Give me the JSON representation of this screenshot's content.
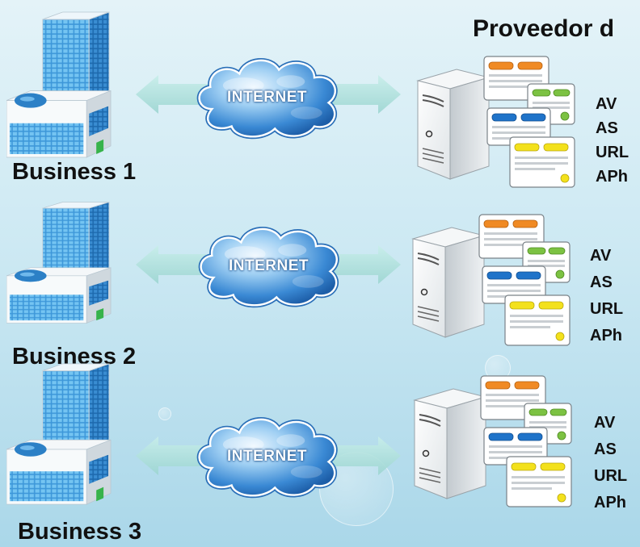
{
  "title": "Proveedor d",
  "rows": [
    {
      "business": "Business 1",
      "cloud": "INTERNET",
      "services": [
        "AV",
        "AS",
        "URL",
        "APh"
      ]
    },
    {
      "business": "Business 2",
      "cloud": "INTERNET",
      "services": [
        "AV",
        "AS",
        "URL",
        "APh"
      ]
    },
    {
      "business": "Business 3",
      "cloud": "INTERNET",
      "services": [
        "AV",
        "AS",
        "URL",
        "APh"
      ]
    }
  ],
  "icons": {
    "business": "office-building-icon",
    "network": "internet-cloud-icon",
    "link": "double-arrow-icon",
    "provider": "server-with-cards-icon"
  },
  "colors": {
    "background": "#cde9f3",
    "cloud": "#2f7fcf",
    "arrow": "#a9dcd8",
    "building": "#4aa3df",
    "card_orange": "#f08a24",
    "card_green": "#7cc242",
    "card_blue": "#1f73c9",
    "card_yellow": "#f3e11c"
  }
}
